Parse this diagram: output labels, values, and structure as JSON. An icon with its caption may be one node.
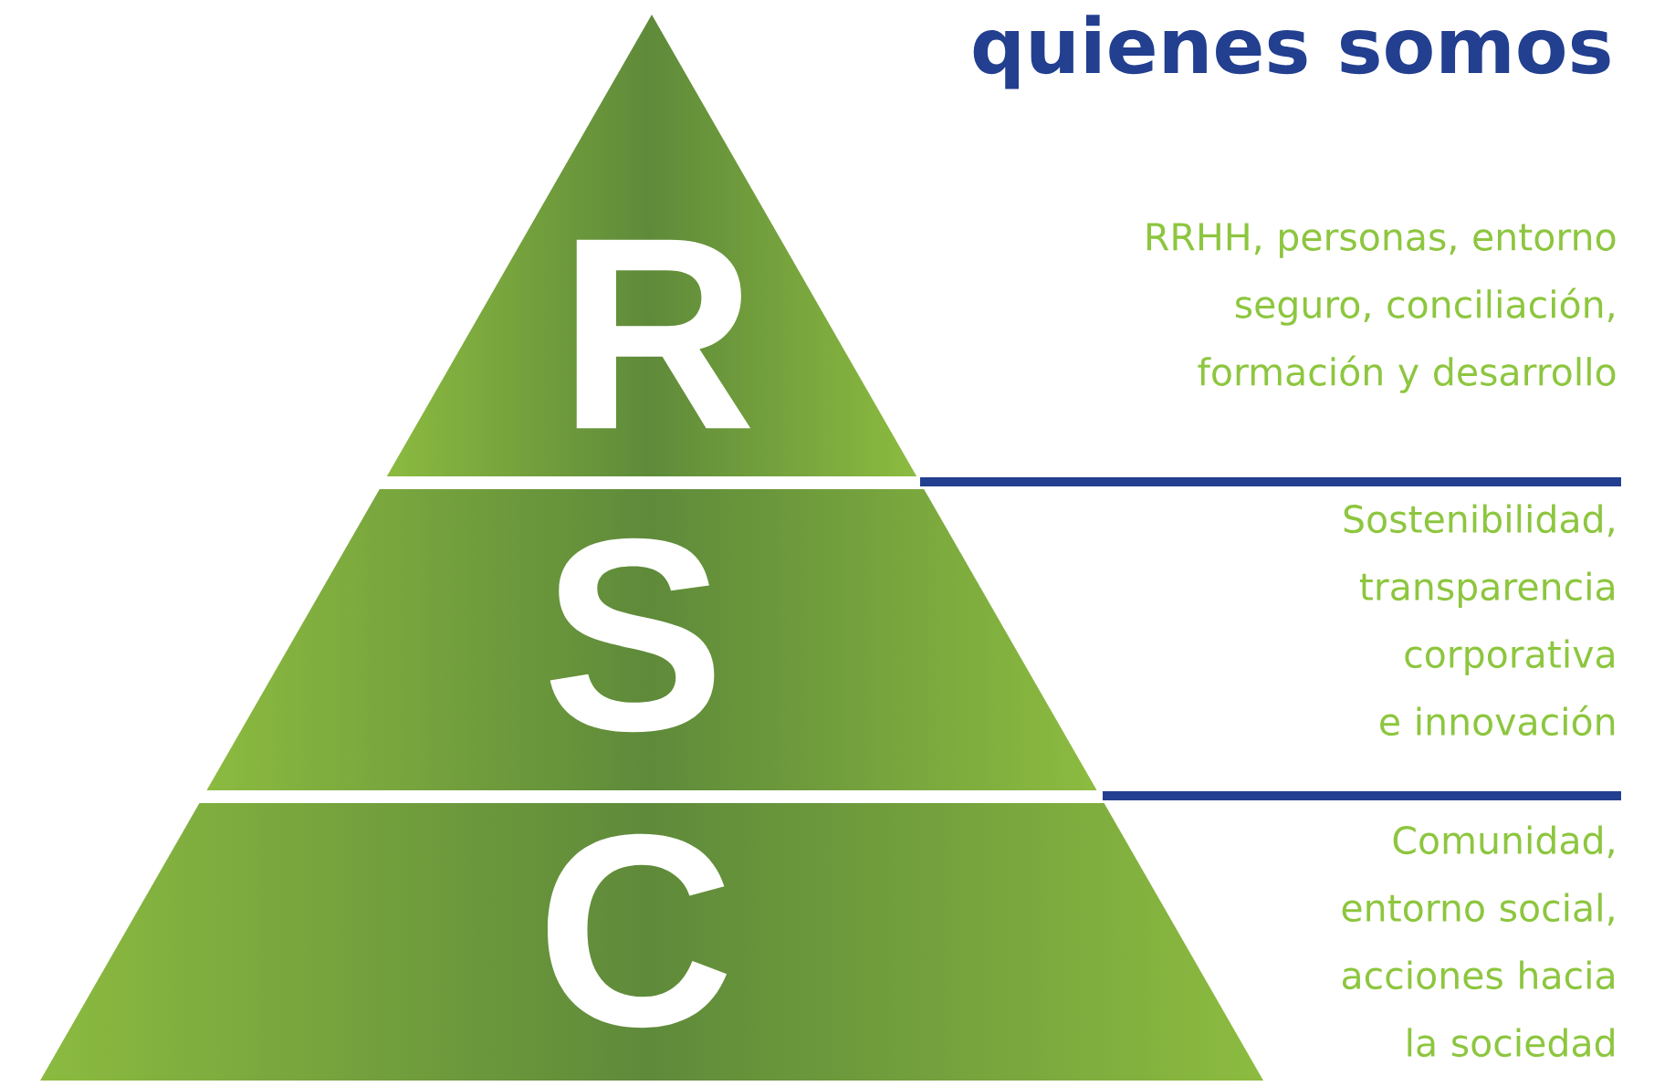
{
  "diagram": {
    "title": "quienes somos",
    "nodes": [
      {
        "text": [
          "R"
        ]
      },
      {
        "text": [
          "S"
        ]
      },
      {
        "text": [
          "C"
        ]
      }
    ],
    "labels": [
      "RRHH, personas, entorno seguro, conciliación, formación y desarrollo",
      "Sostenibilidad, transparencia corporativa e innovación",
      "Comunidad, entorno social, acciones hacia la sociedad"
    ]
  }
}
